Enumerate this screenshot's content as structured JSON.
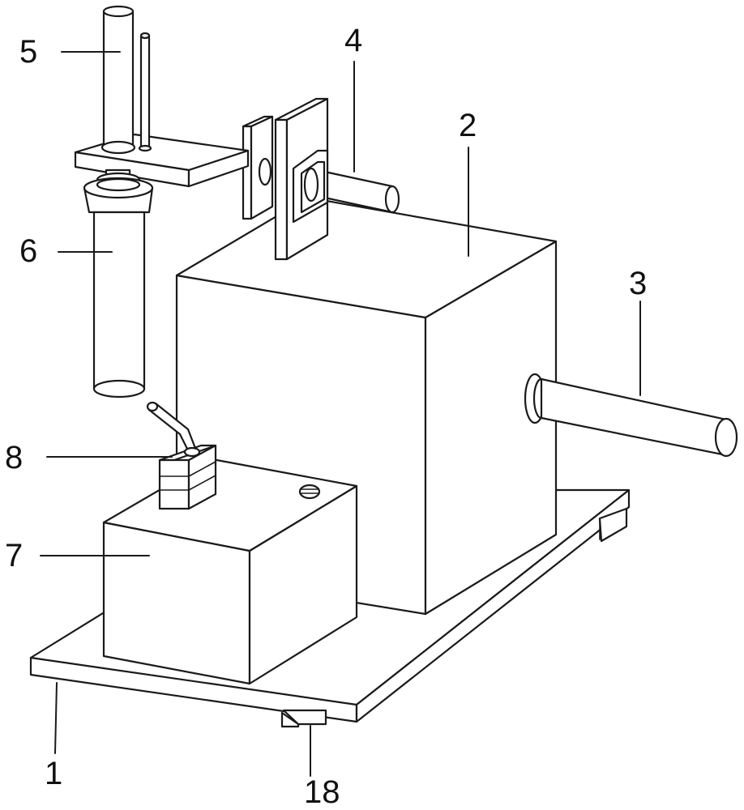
{
  "callouts": {
    "c1": "1",
    "c2": "2",
    "c3": "3",
    "c4": "4",
    "c5": "5",
    "c6": "6",
    "c7": "7",
    "c8": "8",
    "c18": "18"
  }
}
